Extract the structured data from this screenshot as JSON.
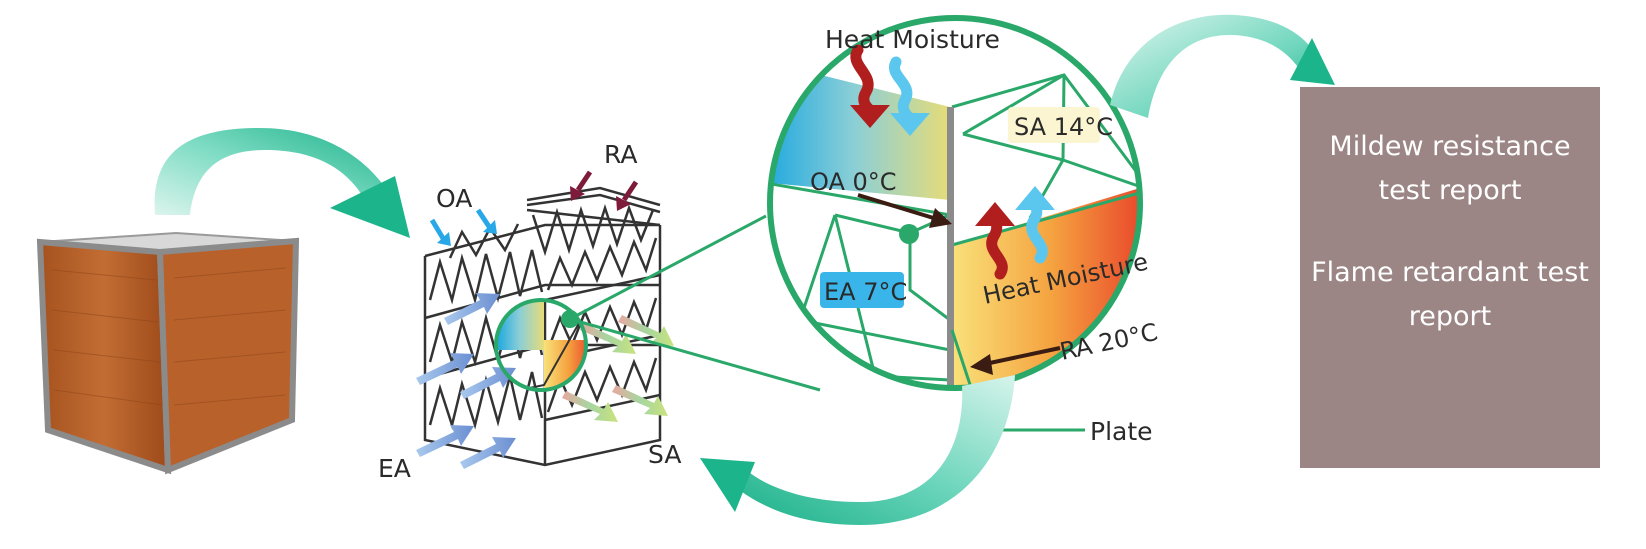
{
  "diagram": {
    "labels": {
      "oa": "OA",
      "ra": "RA",
      "ea": "EA",
      "sa": "SA",
      "heat_moisture_top": "Heat Moisture",
      "oa_temp": "OA 0°C",
      "sa_temp": "SA 14°C",
      "ea_temp": "EA 7°C",
      "heat_moisture_bottom": "Heat Moisture",
      "ra_temp": "RA 20°C",
      "plate": "Plate"
    },
    "reports": {
      "mildew": "Mildew resistance test report",
      "flame": "Flame retardant test report"
    },
    "colors": {
      "teal_arrow": "#1cb48a",
      "green_line": "#2aa869",
      "report_bg": "#9b8585",
      "heat_arrow": "#b01e1e",
      "moisture_arrow": "#5bc7ef",
      "wood": "#b5622b"
    }
  }
}
